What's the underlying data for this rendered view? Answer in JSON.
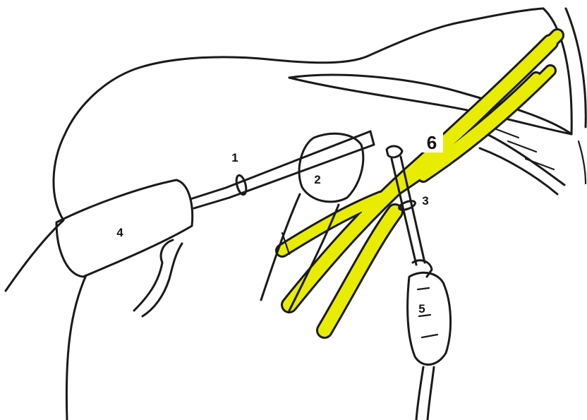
{
  "labels": {
    "l1": "1",
    "l2": "2",
    "l3": "3",
    "l4": "4",
    "l5": "5",
    "l6": "6"
  },
  "colors": {
    "nerve": "#e8ec00",
    "ink": "#1a1a1a",
    "background": "#ffffff"
  }
}
